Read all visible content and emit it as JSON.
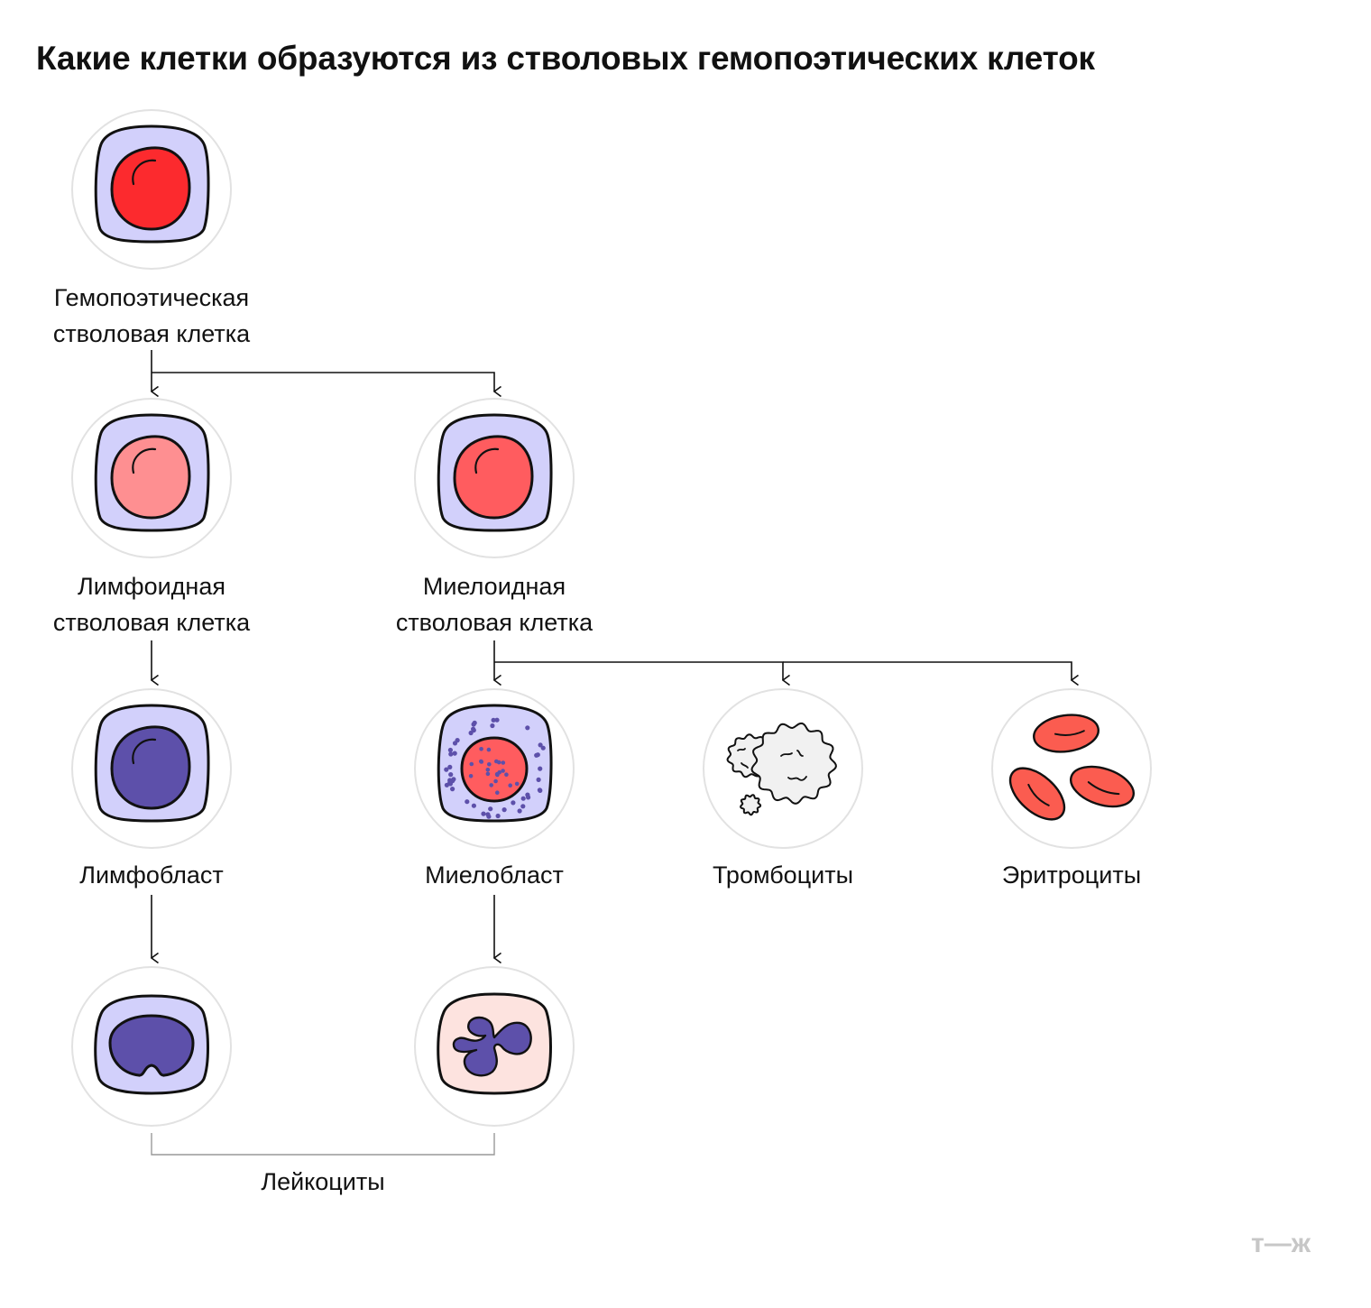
{
  "title": "Какие клетки образуются из стволовых гемопоэтических клеток",
  "colors": {
    "cytoplasm": "#d2d0fb",
    "nucleus_stem": "#fc2a2e",
    "nucleus_lymphoid": "#fe8f91",
    "nucleus_myeloid": "#ff5c5f",
    "nucleus_blast": "#5d50aa",
    "neutrophil_cytoplasm": "#fde3df",
    "platelet": "#f1f1f1",
    "erythrocyte": "#fb5c50",
    "circle_border": "#e2e2e2",
    "outline": "#111111",
    "logo": "#c7c7c7"
  },
  "cells": {
    "stem": {
      "label": "Гемопоэтическая\nстволовая клетка"
    },
    "lymphoid": {
      "label": "Лимфоидная\nстволовая клетка"
    },
    "myeloid": {
      "label": "Миелоидная\nстволовая клетка"
    },
    "lymphoblast": {
      "label": "Лимфобласт"
    },
    "myeloblast": {
      "label": "Миелобласт"
    },
    "platelets": {
      "label": "Тромбоциты"
    },
    "erythrocytes": {
      "label": "Эритроциты"
    }
  },
  "group": {
    "label": "Лейкоциты"
  },
  "logo": {
    "text": "т—ж"
  }
}
